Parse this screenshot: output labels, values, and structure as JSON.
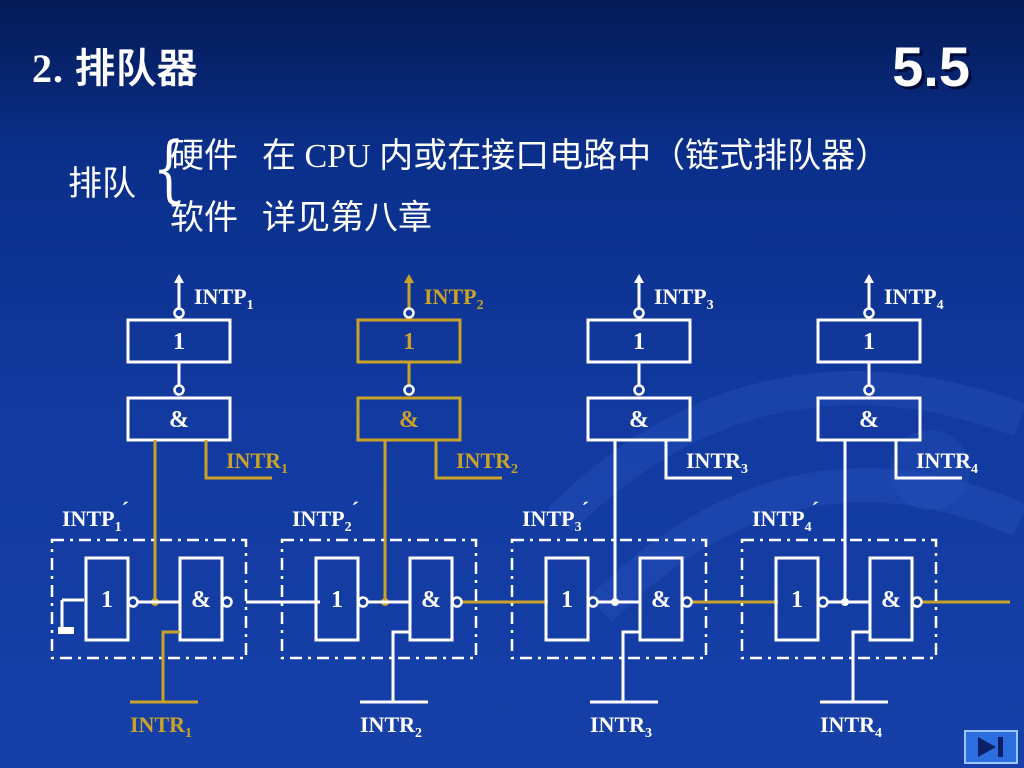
{
  "slide": {
    "title": "2. 排队器",
    "section_number": "5.5"
  },
  "queue": {
    "label": "排队",
    "rows": [
      {
        "type": "硬件",
        "desc": "在 CPU 内或在接口电路中（链式排队器）"
      },
      {
        "type": "软件",
        "desc": "详见第八章"
      }
    ]
  },
  "diagram": {
    "channels": [
      {
        "intp": "INTP",
        "intr_mid": "INTR",
        "intp_prime": "INTP",
        "intr_bottom": "INTR",
        "sub": "1",
        "highlight_bottom": true,
        "highlight_top": false,
        "or_gate": "1",
        "and_gate": "&"
      },
      {
        "intp": "INTP",
        "intr_mid": "INTR",
        "intp_prime": "INTP",
        "intr_bottom": "INTR",
        "sub": "2",
        "highlight_bottom": false,
        "highlight_top": true,
        "or_gate": "1",
        "and_gate": "&"
      },
      {
        "intp": "INTP",
        "intr_mid": "INTR",
        "intp_prime": "INTP",
        "intr_bottom": "INTR",
        "sub": "3",
        "highlight_bottom": false,
        "highlight_top": false,
        "or_gate": "1",
        "and_gate": "&"
      },
      {
        "intp": "INTP",
        "intr_mid": "INTR",
        "intp_prime": "INTP",
        "intr_bottom": "INTR",
        "sub": "4",
        "highlight_bottom": false,
        "highlight_top": false,
        "or_gate": "1",
        "and_gate": "&"
      }
    ],
    "prime_mark": "´",
    "colors": {
      "wire": "#ffffff",
      "active": "#c9a227",
      "background": "#123aa0"
    }
  },
  "nav": {
    "icon": "next-end-icon"
  }
}
